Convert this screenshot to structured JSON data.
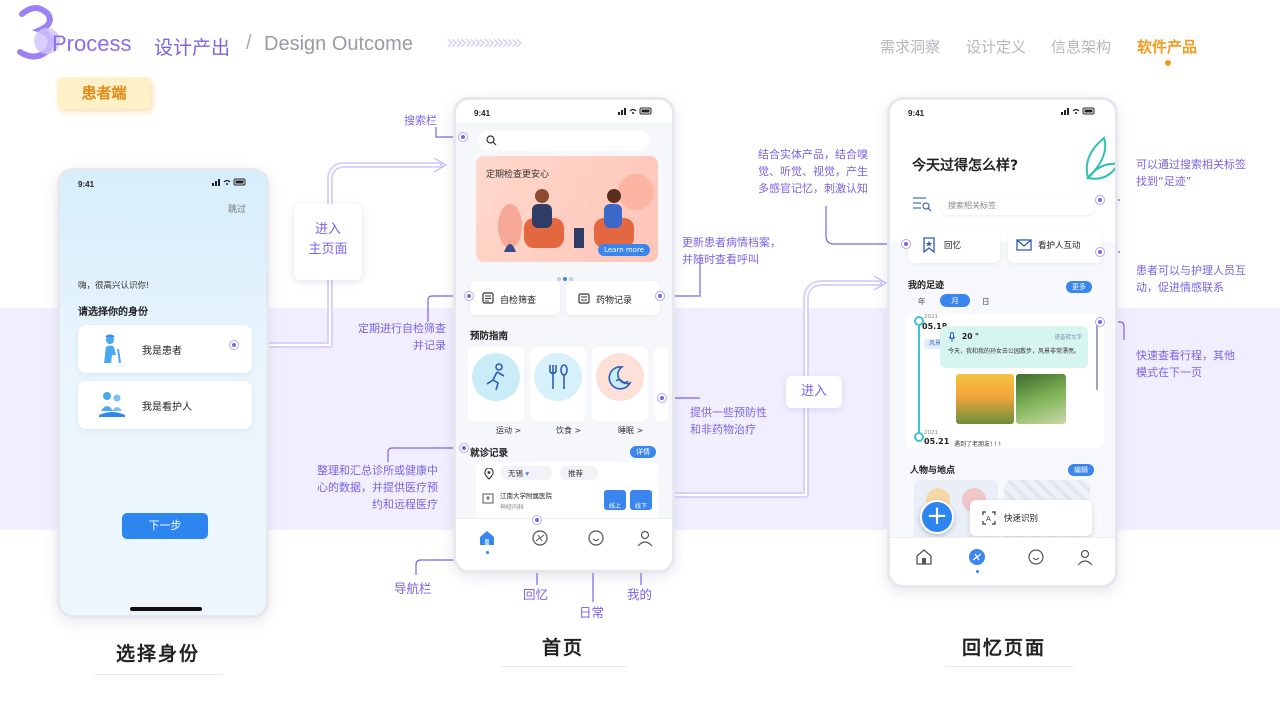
{
  "header": {
    "step_number": "3",
    "process_label": "Process",
    "title_cn": "设计产出",
    "slash": "/",
    "title_en": "Design Outcome",
    "chevrons": "»»»»»»»»"
  },
  "nav_tabs": [
    {
      "label": "需求洞察",
      "active": false
    },
    {
      "label": "设计定义",
      "active": false
    },
    {
      "label": "信息架构",
      "active": false
    },
    {
      "label": "软件产品",
      "active": true
    }
  ],
  "section_tag": "患者端",
  "phone1": {
    "time": "9:41",
    "skip": "跳过",
    "greeting": "嗨，很高兴认识你!",
    "choose_identity": "请选择你的身份",
    "role_patient": "我是患者",
    "role_caregiver": "我是看护人",
    "next_button": "下一步",
    "caption": "选择身份"
  },
  "phone2": {
    "time": "9:41",
    "banner_text": "定期检查更安心",
    "banner_button": "Learn more",
    "quick_self_check": "自检筛查",
    "quick_med_record": "药物记录",
    "prevention_title": "预防指南",
    "prevention_items": [
      "运动 >",
      "饮食 >",
      "睡眠 >"
    ],
    "visit_title": "就诊记录",
    "visit_detail_btn": "详情",
    "visit_filter_city": "无锡",
    "visit_filter_recommend": "推荐",
    "visit_hospital": "江南大学附属医院",
    "visit_department": "神经内科",
    "visit_online": "线上",
    "visit_offline": "线下",
    "caption": "首页"
  },
  "phone3": {
    "time": "9:41",
    "greeting": "今天过得怎么样?",
    "search_placeholder": "搜索相关标签",
    "card_memory": "回忆",
    "card_interact": "看护人互动",
    "footprint_title": "我的足迹",
    "footprint_more": "更多",
    "period_tabs": [
      "年",
      "月",
      "日"
    ],
    "entry1_year": "2021",
    "entry1_date": "05.18",
    "entry1_tag": "风景",
    "voice_duration": "20 \"",
    "voice_to_text": "语音转文字",
    "entry1_text": "今天，我和我的孙女去公园散步，风景非常漂亮。",
    "entry2_year": "2021",
    "entry2_date": "05.21",
    "entry2_text": "遇到了老朋友! ! !",
    "people_places_title": "人物与地点",
    "people_edit": "编辑",
    "quick_recognize": "快速识别",
    "caption": "回忆页面"
  },
  "annotations": {
    "search_bar": "搜索栏",
    "enter_home": "进入\n主页面",
    "periodic_check": "定期进行自检筛查\n并记录",
    "update_record": "更新患者病情档案，\n并随时查看呼叫",
    "prevention_info": "提供一些预防性\n和非药物治疗",
    "visit_data": "整理和汇总诊所或健康中\n心的数据，并提供医疗预\n约和远程医疗",
    "nav_bar": "导航栏",
    "nav_memory": "回忆",
    "nav_daily": "日常",
    "nav_mine": "我的",
    "enter": "进入",
    "multi_sense": "结合实体产品，结合嗅\n觉、听觉、视觉，产生\n多感官记忆，刺激认知",
    "search_tags": "可以通过搜索相关标签\n找到“足迹”",
    "interact_caregiver": "患者可以与护理人员互\n动，促进情感联系",
    "quick_view": "快速查看行程，其他\n模式在下一页"
  },
  "colors": {
    "accent_purple": "#7b63e8",
    "highlight_orange": "#f39a1f",
    "primary_blue": "#2d86f0",
    "band": "#f1efff"
  }
}
